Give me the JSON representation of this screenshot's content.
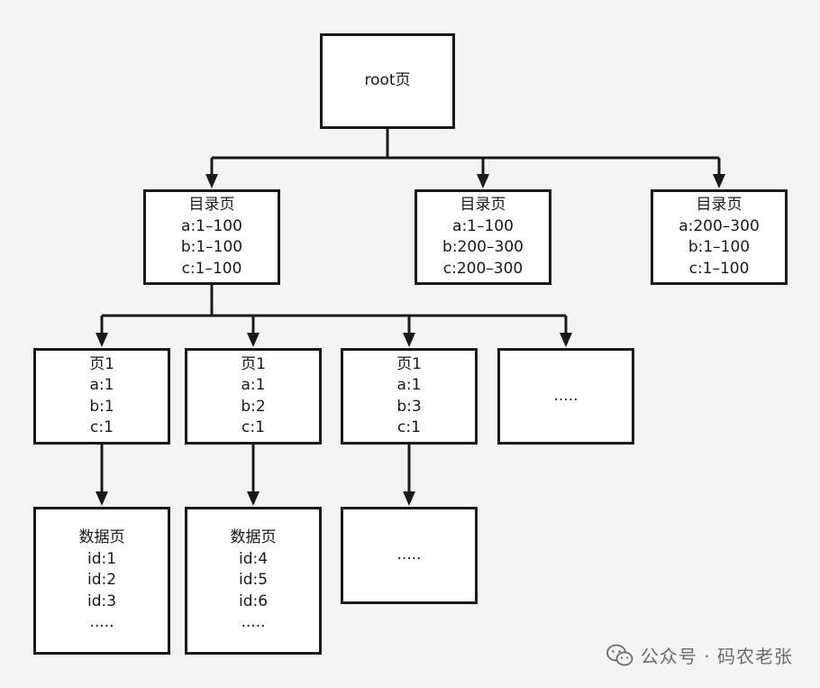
{
  "diagram": {
    "nodes": [
      {
        "id": "root",
        "lines": [
          "root页"
        ]
      },
      {
        "id": "dir1",
        "lines": [
          "目录页",
          "a:1–100",
          "b:1–100",
          "c:1–100"
        ]
      },
      {
        "id": "dir2",
        "lines": [
          "目录页",
          "a:1–100",
          "b:200–300",
          "c:200–300"
        ]
      },
      {
        "id": "dir3",
        "lines": [
          "目录页",
          "a:200–300",
          "b:1–100",
          "c:1–100"
        ]
      },
      {
        "id": "page1",
        "lines": [
          "页1",
          "a:1",
          "b:1",
          "c:1"
        ]
      },
      {
        "id": "page2",
        "lines": [
          "页1",
          "a:1",
          "b:2",
          "c:1"
        ]
      },
      {
        "id": "page3",
        "lines": [
          "页1",
          "a:1",
          "b:3",
          "c:1"
        ]
      },
      {
        "id": "page4",
        "lines": [
          "....."
        ]
      },
      {
        "id": "data1",
        "lines": [
          "数据页",
          "id:1",
          "id:2",
          "id:3",
          "....."
        ]
      },
      {
        "id": "data2",
        "lines": [
          "数据页",
          "id:4",
          "id:5",
          "id:6",
          "....."
        ]
      },
      {
        "id": "data3",
        "lines": [
          "....."
        ]
      }
    ],
    "edges": [
      {
        "from": "root",
        "to": "dir1"
      },
      {
        "from": "root",
        "to": "dir2"
      },
      {
        "from": "root",
        "to": "dir3"
      },
      {
        "from": "dir1",
        "to": "page1"
      },
      {
        "from": "dir1",
        "to": "page2"
      },
      {
        "from": "dir1",
        "to": "page3"
      },
      {
        "from": "dir1",
        "to": "page4"
      },
      {
        "from": "page1",
        "to": "data1"
      },
      {
        "from": "page2",
        "to": "data2"
      },
      {
        "from": "page3",
        "to": "data3"
      }
    ]
  },
  "watermark": {
    "text": "公众号 · 码农老张",
    "icon": "wechat-icon"
  },
  "colors": {
    "background": "#f4f4f4",
    "box_fill": "#ffffff",
    "stroke": "#1a1a1a",
    "watermark": "#6b6b6b"
  }
}
